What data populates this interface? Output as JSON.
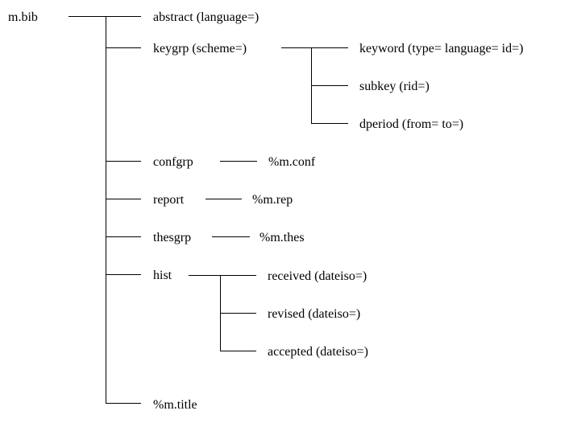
{
  "diagram": {
    "root": "m.bib",
    "level1": [
      {
        "id": "abstract",
        "label": "abstract (language=)"
      },
      {
        "id": "keygrp",
        "label": "keygrp (scheme=)"
      },
      {
        "id": "confgrp",
        "label": "confgrp"
      },
      {
        "id": "report",
        "label": "report"
      },
      {
        "id": "thesgrp",
        "label": "thesgrp"
      },
      {
        "id": "hist",
        "label": "hist"
      },
      {
        "id": "mtitle",
        "label": "%m.title"
      }
    ],
    "keygrp_children": [
      {
        "id": "keyword",
        "label": "keyword (type= language= id=)"
      },
      {
        "id": "subkey",
        "label": "subkey (rid=)"
      },
      {
        "id": "dperiod",
        "label": "dperiod (from= to=)"
      }
    ],
    "refs": {
      "confgrp": "%m.conf",
      "report": "%m.rep",
      "thesgrp": "%m.thes"
    },
    "hist_children": [
      {
        "id": "received",
        "label": "received (dateiso=)"
      },
      {
        "id": "revised",
        "label": "revised (dateiso=)"
      },
      {
        "id": "accepted",
        "label": "accepted (dateiso=)"
      }
    ]
  }
}
